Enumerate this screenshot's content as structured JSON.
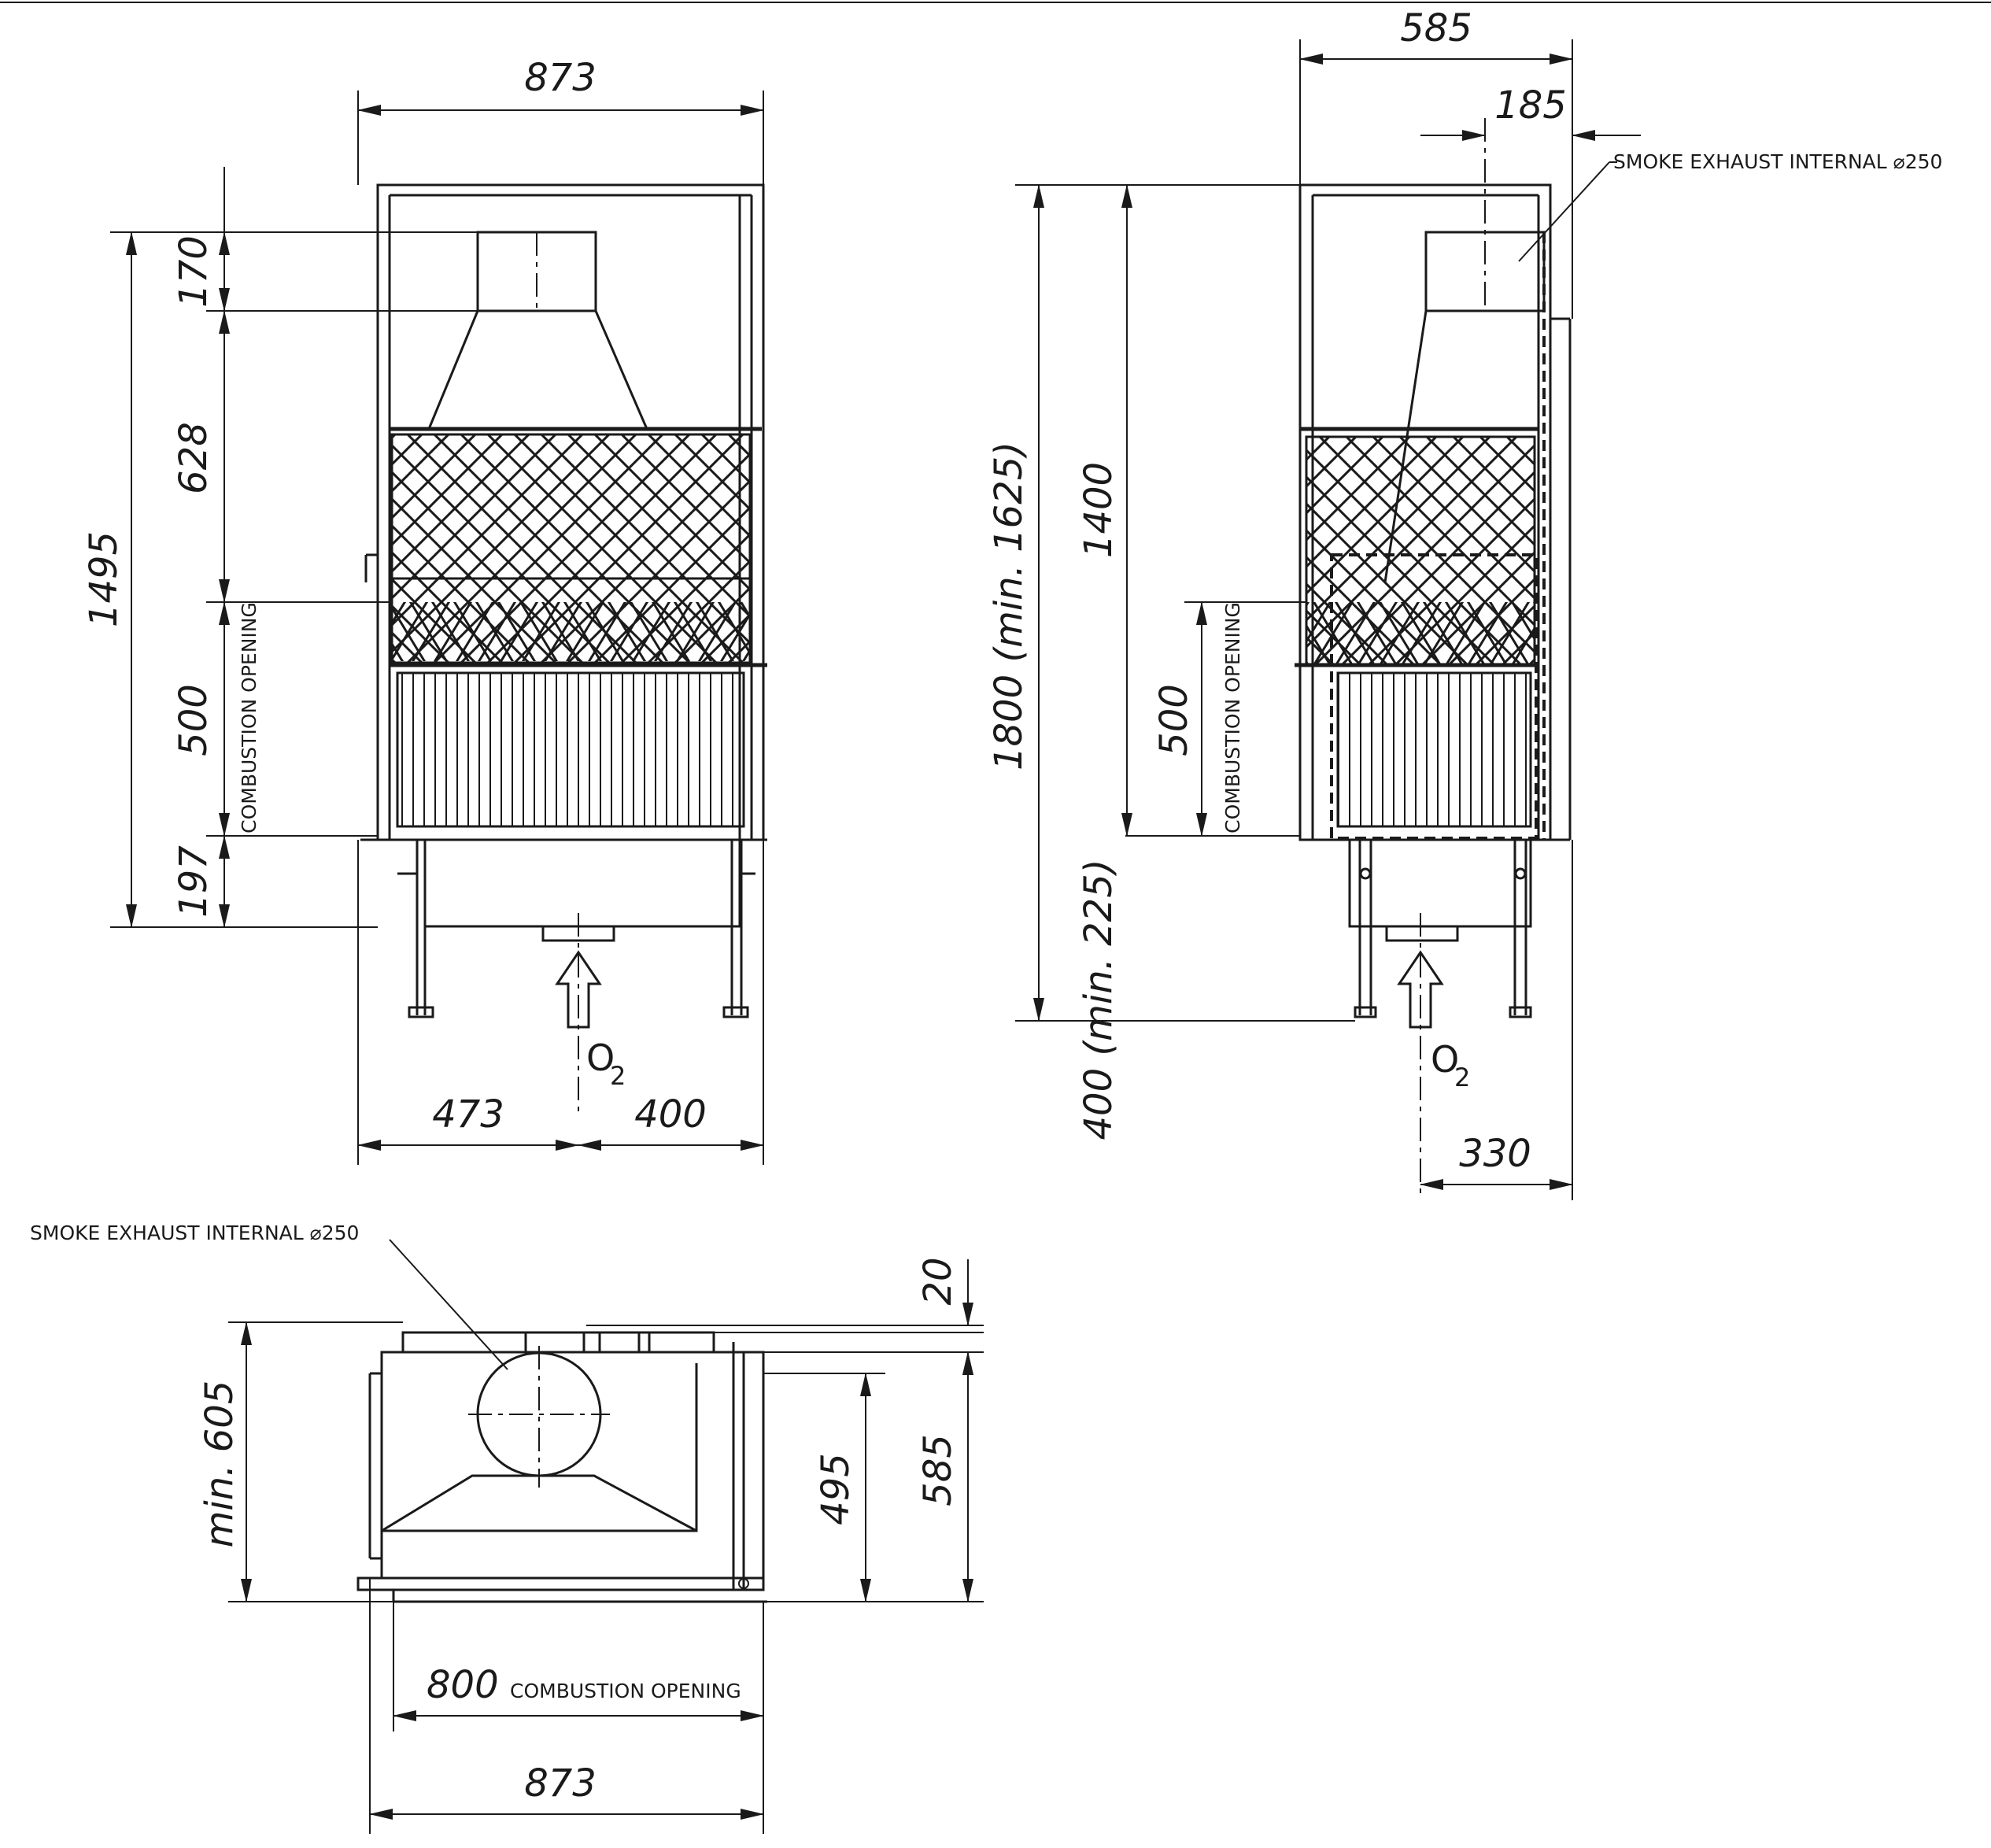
{
  "front_view": {
    "width_total": "873",
    "height_total": "1495",
    "seg_top": "170",
    "seg_hood": "628",
    "seg_opening": "500",
    "seg_bottom": "197",
    "combustion_label": "COMBUSTION OPENING",
    "bottom_left": "473",
    "bottom_right": "400",
    "air_label": "O",
    "air_sub": "2"
  },
  "side_view": {
    "width_total": "585",
    "exhaust_offset": "185",
    "exhaust_label": "SMOKE EXHAUST INTERNAL ⌀250",
    "height_total": "1800 (min. 1625)",
    "height_body": "1400",
    "seg_opening": "500",
    "combustion_label": "COMBUSTION OPENING",
    "floor_height": "400 (min. 225)",
    "air_label": "O",
    "air_sub": "2",
    "air_offset": "330"
  },
  "top_view": {
    "exhaust_label": "SMOKE EXHAUST INTERNAL ⌀250",
    "top_gap": "20",
    "depth_min": "min. 605",
    "depth_inner": "495",
    "depth_total": "585",
    "opening_width": "800",
    "opening_label": "COMBUSTION OPENING",
    "width_total": "873"
  },
  "colors": {
    "line": "#1a1a1a",
    "background": "#ffffff"
  }
}
